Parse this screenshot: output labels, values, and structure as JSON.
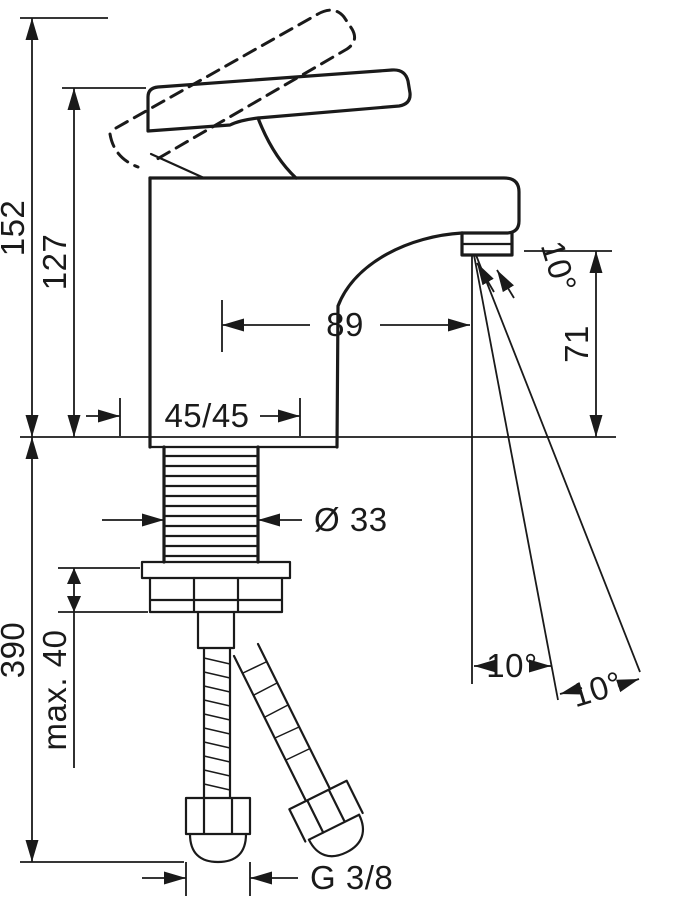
{
  "drawing": {
    "type": "technical-dimension-drawing",
    "subject": "single-lever basin mixer faucet, side elevation with mounting shank, nut and supply hoses",
    "background": "#ffffff",
    "line_color": "#1a1a1a",
    "dims": {
      "total_height": "152",
      "body_height": "127",
      "spout_reach": "89",
      "spout_angle": "10°",
      "outlet_height": "71",
      "base_split": "45/45",
      "shank_diameter": "Ø 33",
      "below_deck_length": "390",
      "max_mounting_thickness": "max. 40",
      "stream_angle_inner": "10°",
      "stream_angle_outer": "10°",
      "connection_thread": "G 3/8"
    }
  }
}
